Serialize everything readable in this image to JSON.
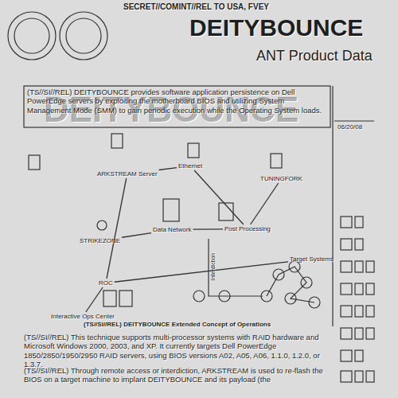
{
  "diagram": {
    "title": "DEITYBOUNCE",
    "caption": "(TS//SI//REL) DEITYBOUNCE Extended Concept of Operations",
    "nodes": [
      {
        "text": [
          "ARKSTREAM Server"
        ]
      },
      {
        "text": [
          "Ethernet"
        ]
      },
      {
        "text": [
          "TUNINGFORK"
        ]
      },
      {
        "text": [
          "STRIKEZONE"
        ]
      },
      {
        "text": [
          "Data Network"
        ]
      },
      {
        "text": [
          "Post Processing"
        ]
      },
      {
        "text": [
          "ROC"
        ]
      },
      {
        "text": [
          "Interactive Ops Center"
        ]
      },
      {
        "text": [
          "Target Systems"
        ]
      }
    ],
    "edges": [
      {
        "from": 0,
        "to": 1,
        "arrow": "none"
      },
      {
        "from": 1,
        "to": 5,
        "arrow": "none"
      },
      {
        "from": 2,
        "to": 5,
        "arrow": "none"
      },
      {
        "from": 3,
        "to": 4,
        "arrow": "none"
      },
      {
        "from": 4,
        "to": 5,
        "arrow": "none"
      },
      {
        "from": 6,
        "to": 0,
        "arrow": "none"
      },
      {
        "from": 7,
        "to": 6,
        "arrow": "none"
      },
      {
        "from": 6,
        "to": 8,
        "arrow": "none"
      }
    ],
    "labels": [
      "SECRET//COMINT//REL TO USA, FVEY",
      "ANT Product Data",
      "DEITYBOUNCE",
      "(TS//SI//REL) DEITYBOUNCE provides software application persistence on Dell PowerEdge servers by exploiting the motherboard BIOS and utilizing System Management Mode (SMM) to gain periodic execution while the Operating System loads.",
      "06/20/08",
      "Interdiction",
      "(TS//SI//REL) This technique supports multi-processor systems with RAID hardware and Microsoft Windows 2000, 2003, and XP. It currently targets Dell PowerEdge 1850/2850/1950/2950 RAID servers, using BIOS versions A02, A05, A06, 1.1.0, 1.2.0, or 1.3.7.",
      "(TS//SI//REL) Through remote access or interdiction, ARKSTREAM is used to re-flash the BIOS on a target machine to implant DEITYBOUNCE and its payload (the"
    ]
  }
}
